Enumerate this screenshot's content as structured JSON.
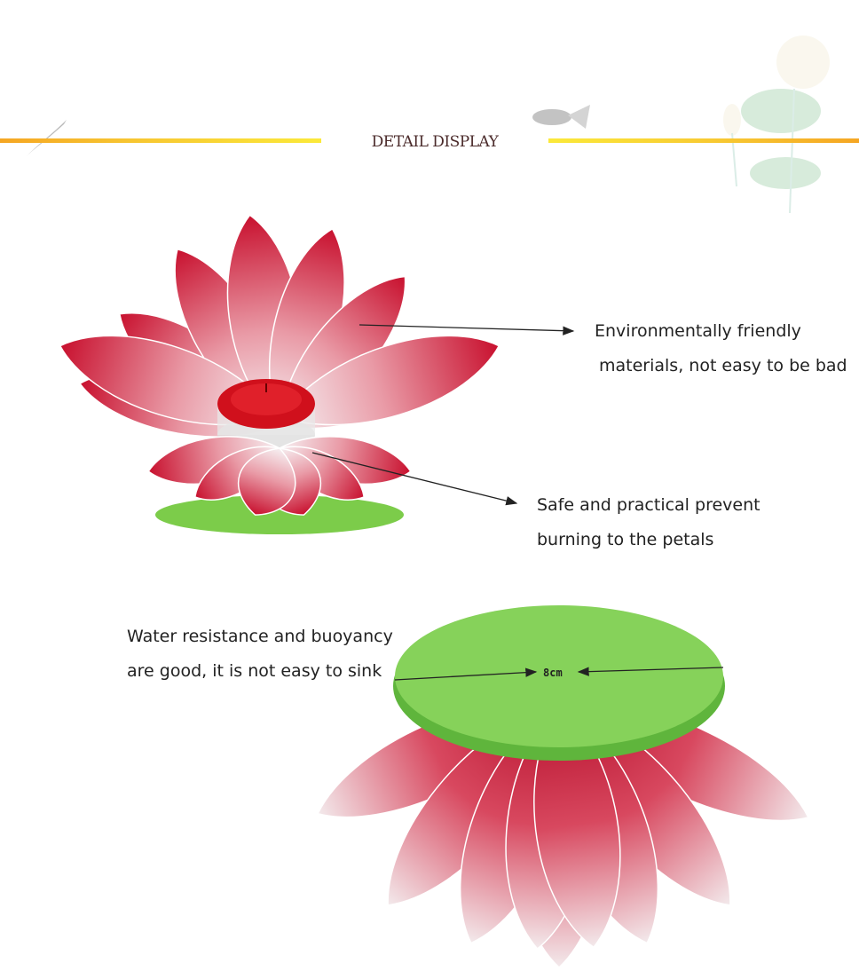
{
  "header": {
    "title": "DETAIL DISPLAY"
  },
  "callouts": {
    "materials_line1": "Environmentally friendly",
    "materials_line2": "materials, not easy to be bad",
    "safe_line1": "Safe and practical prevent",
    "safe_line2": "burning to the petals",
    "water_line1": "Water resistance and buoyancy",
    "water_line2": "are good, it is not easy to sink"
  },
  "dimension": {
    "label": "8cm"
  },
  "colors": {
    "petal_red": "#c8102e",
    "petal_white": "#f4eef0",
    "base_green": "#7ccc4a",
    "accent_orange": "#f5a623",
    "accent_yellow": "#fbe93a"
  }
}
